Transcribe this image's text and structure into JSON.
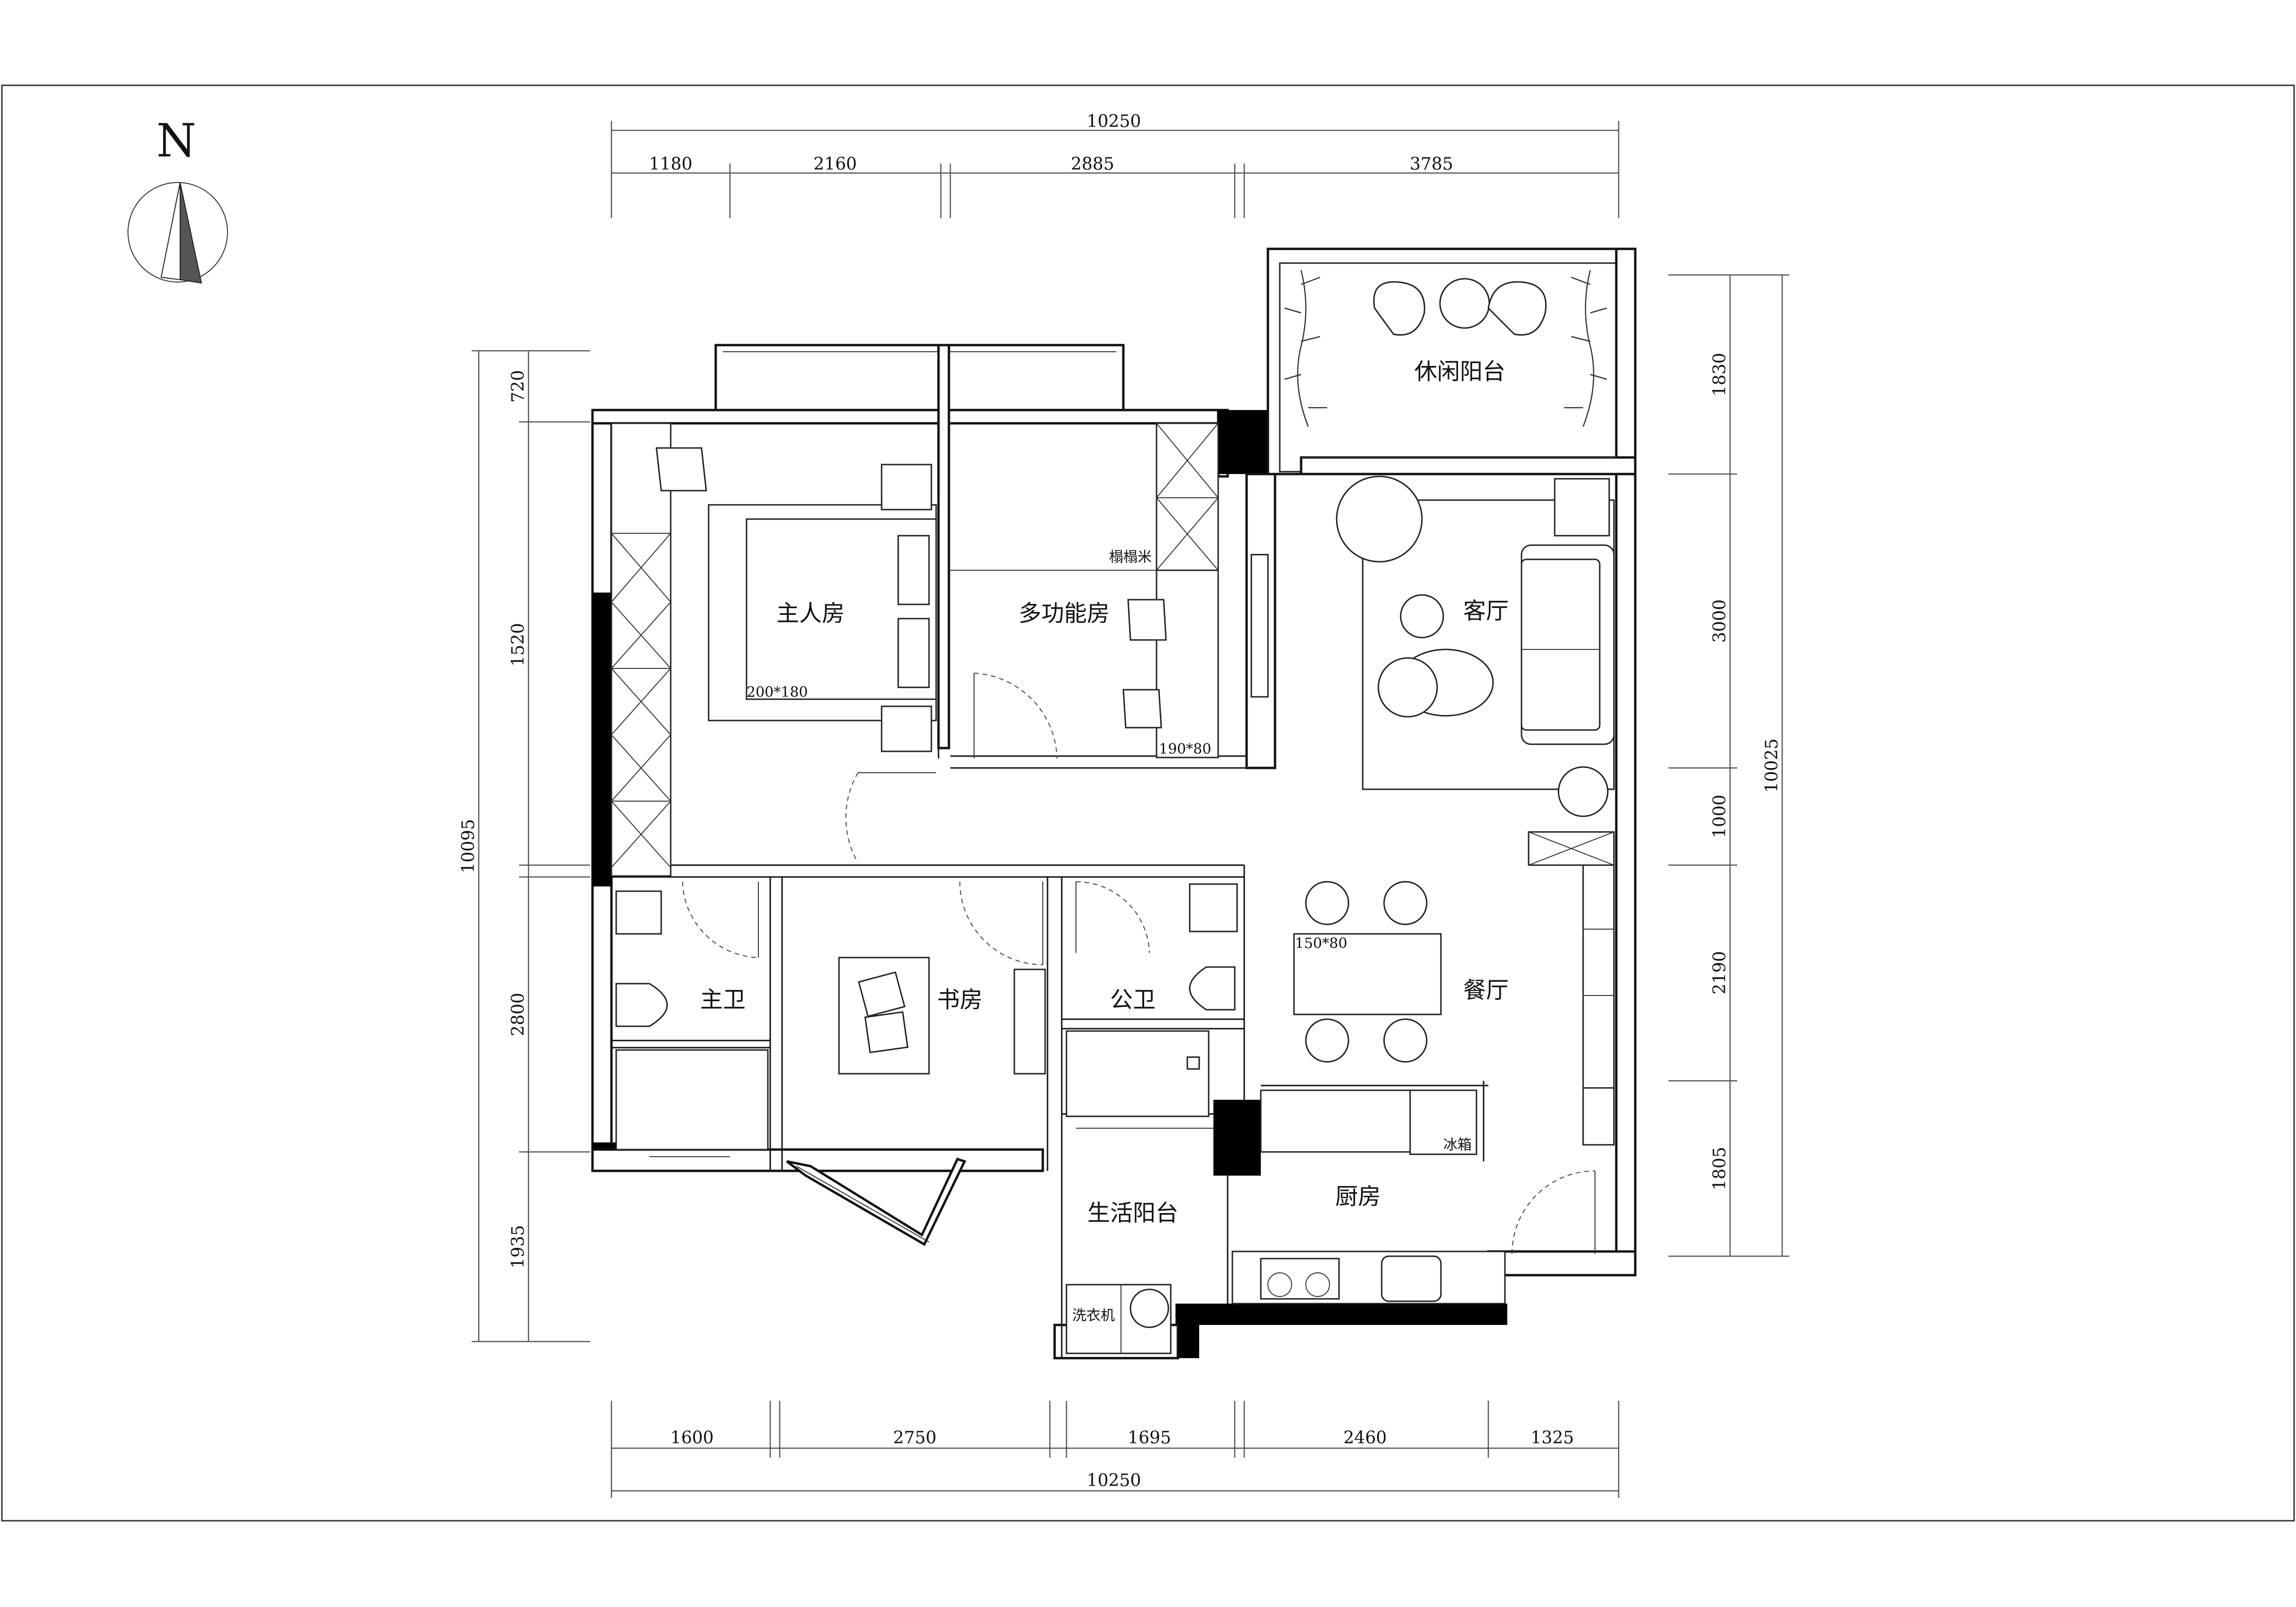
{
  "compass": {
    "label": "N",
    "icon": "north-arrow-icon"
  },
  "rooms": {
    "master_bedroom": "主人房",
    "multi_room": "多功能房",
    "tatami": "榻榻米",
    "living_room": "客厅",
    "leisure_balcony": "休闲阳台",
    "master_bath": "主卫",
    "study": "书房",
    "public_bath": "公卫",
    "dining_room": "餐厅",
    "utility_balcony": "生活阳台",
    "kitchen": "厨房"
  },
  "furniture_labels": {
    "master_bed_size": "200*180",
    "multi_bed_size": "190*80",
    "dining_table_size": "150*80",
    "washing_machine": "洗衣机",
    "fridge": "冰箱"
  },
  "dimensions": {
    "top_total": "10250",
    "top_segments": [
      "1180",
      "2160",
      "2885",
      "3785"
    ],
    "bottom_segments": [
      "1600",
      "2750",
      "1695",
      "2460",
      "1325"
    ],
    "bottom_total": "10250",
    "left_total": "10095",
    "left_segments": [
      "720",
      "1520",
      "2800",
      "1935"
    ],
    "right_segments": [
      "1830",
      "3000",
      "1000",
      "2190",
      "1805"
    ],
    "right_total": "10025"
  }
}
